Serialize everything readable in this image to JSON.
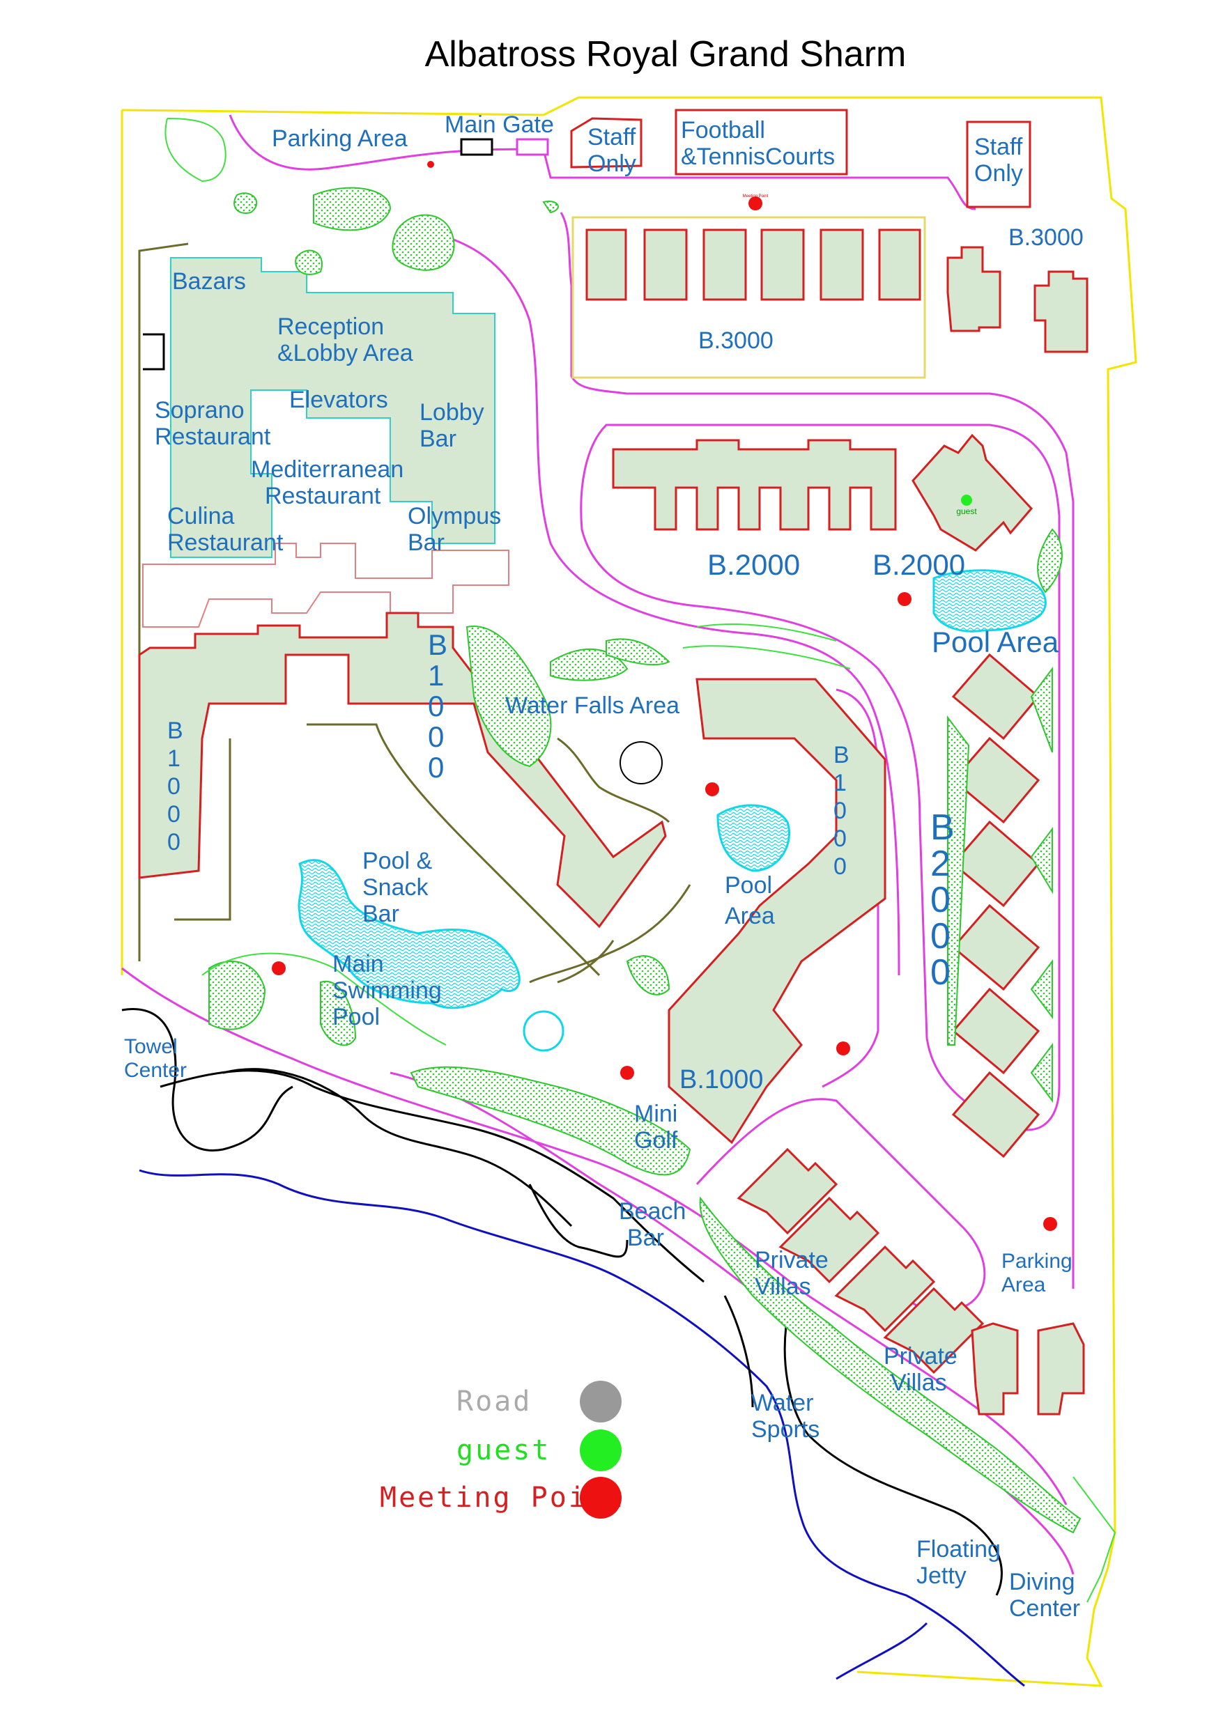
{
  "title": "Albatross Royal Grand Sharm",
  "labels": {
    "parking_top": "Parking Area",
    "main_gate": "Main Gate",
    "staff_only_1": [
      "Staff",
      "Only"
    ],
    "football": [
      "Football",
      "&TennisCourts"
    ],
    "staff_only_2": [
      "Staff",
      "Only"
    ],
    "b3000_right": "B.3000",
    "b3000_center": "B.3000",
    "bazars": "Bazars",
    "reception": [
      "Reception",
      "&Lobby Area"
    ],
    "elevators": "Elevators",
    "soprano": [
      "Soprano",
      "Restaurant"
    ],
    "lobby_bar": [
      "Lobby",
      "Bar"
    ],
    "mediterranean": [
      "Mediterranean",
      "Restaurant"
    ],
    "culina": [
      "Culina",
      "Restaurant"
    ],
    "olympus": [
      "Olympus",
      "Bar"
    ],
    "b2000_a": "B.2000",
    "b2000_b": "B.2000",
    "pool_area_right": "Pool Area",
    "b1000_vert_center": [
      "B",
      "1",
      "0",
      "0",
      "0"
    ],
    "b1000_vert_left": [
      "B",
      "1",
      "0",
      "0",
      "0"
    ],
    "b1000_vert_right": [
      "B",
      "1",
      "0",
      "0",
      "0"
    ],
    "b2000_vert": [
      "B",
      "2",
      "0",
      "0",
      "0"
    ],
    "water_falls": "Water Falls Area",
    "pool_area_mid": [
      "Pool",
      "Area"
    ],
    "pool_snack": [
      "Pool &",
      "Snack",
      "Bar"
    ],
    "main_pool": [
      "Main",
      "Swimming",
      "Pool"
    ],
    "towel": [
      "Towel",
      "Center"
    ],
    "b1000_bottom": "B.1000",
    "mini_golf": [
      "Mini",
      "Golf"
    ],
    "beach_bar": [
      "Beach",
      "Bar"
    ],
    "private_villas_1": [
      "Private",
      "Villas"
    ],
    "parking_bottom": [
      "Parking",
      "Area"
    ],
    "private_villas_2": [
      "Private",
      "Villas"
    ],
    "water_sports": [
      "Water",
      "Sports"
    ],
    "floating_jetty": [
      "Floating",
      "Jetty"
    ],
    "diving_center": [
      "Diving",
      "Center"
    ],
    "meeting_point_small": "Meeting Point",
    "guest_small": "guest"
  },
  "legend": [
    {
      "label": "Road",
      "color": "#999999",
      "text_color": "#aaaaaa"
    },
    {
      "label": "guest",
      "color": "#22ee22",
      "text_color": "#22dd22"
    },
    {
      "label": "Meeting Point",
      "color": "#ee1111",
      "text_color": "#d42020"
    }
  ],
  "colors": {
    "building_fill": "#d6e8d2",
    "building_stroke": "#d42020",
    "road": "#e040e0",
    "boundary": "#f2e600",
    "label": "#1f6fbf",
    "pool": "#10d8e8",
    "garden": "#2ec82e",
    "sea": "#1010c0"
  }
}
